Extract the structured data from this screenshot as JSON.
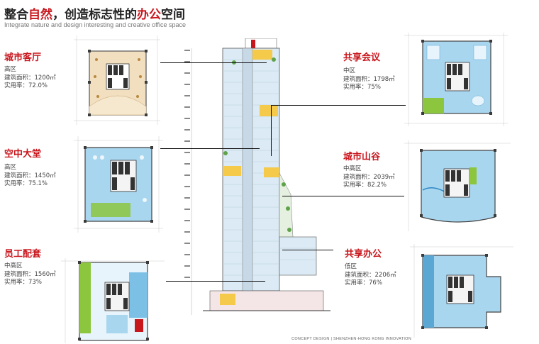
{
  "header": {
    "title_prefix": "整合",
    "title_hl1": "自然",
    "title_mid": "，创造标志性的",
    "title_hl2": "办公",
    "title_suffix": "空间",
    "subtitle": "Integrate nature and design interesting and creative office space"
  },
  "zones": [
    {
      "id": "city-lobby",
      "title": "城市客厅",
      "area": "高区",
      "gfa": "建筑面积：1200㎡",
      "rate": "实用率：72.0%"
    },
    {
      "id": "sky-lobby",
      "title": "空中大堂",
      "area": "高区",
      "gfa": "建筑面积：1450㎡",
      "rate": "实用率：75.1%"
    },
    {
      "id": "staff",
      "title": "员工配套",
      "area": "中高区",
      "gfa": "建筑面积：1560㎡",
      "rate": "实用率：73%"
    },
    {
      "id": "shared-meeting",
      "title": "共享会议",
      "area": "中区",
      "gfa": "建筑面积：1798㎡",
      "rate": "实用率：75%"
    },
    {
      "id": "city-valley",
      "title": "城市山谷",
      "area": "中高区",
      "gfa": "建筑面积：2039㎡",
      "rate": "实用率：82.2%"
    },
    {
      "id": "shared-office",
      "title": "共享办公",
      "area": "低区",
      "gfa": "建筑面积：2206㎡",
      "rate": "实用率：76%"
    }
  ],
  "footer": "CONCEPT DESIGN  |  SHENZHEN-HONG KONG INNOVATION",
  "colors": {
    "accent": "#c8161d",
    "plan_blue": "#a9d6ef",
    "plan_green": "#8cc63f",
    "plan_beige": "#f1dfc0",
    "facade_blue": "#dbeaf4",
    "highlight_yellow": "#f5c94a"
  }
}
